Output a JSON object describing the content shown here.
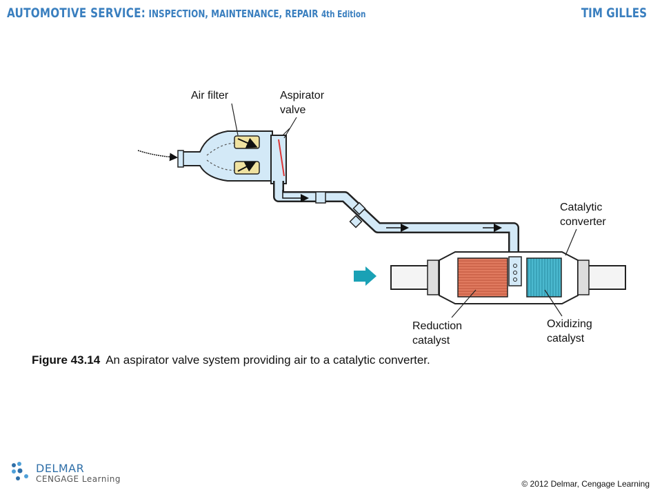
{
  "header": {
    "title_main": "AUTOMOTIVE SERVICE:",
    "title_sub": "INSPECTION, MAINTENANCE, REPAIR",
    "edition": "4th Edition",
    "author": "TIM GILLES"
  },
  "diagram": {
    "labels": {
      "air_filter": "Air filter",
      "aspirator_valve_1": "Aspirator",
      "aspirator_valve_2": "valve",
      "catalytic_converter_1": "Catalytic",
      "catalytic_converter_2": "converter",
      "reduction_catalyst_1": "Reduction",
      "reduction_catalyst_2": "catalyst",
      "oxidizing_catalyst_1": "Oxidizing",
      "oxidizing_catalyst_2": "catalyst"
    },
    "colors": {
      "pipe_fill": "#d3e9f7",
      "outline": "#222222",
      "reduction": "#e07a5f",
      "oxidizing": "#4bb9cf",
      "flow_arrow": "#1aa1b5",
      "valve": "#f0e2a0"
    }
  },
  "caption": {
    "figure": "Figure 43.14",
    "text": "An aspirator valve system providing air to a catalytic converter."
  },
  "footer": {
    "brand_top": "DELMAR",
    "brand_bottom": "CENGAGE Learning",
    "copyright": "© 2012 Delmar, Cengage Learning"
  }
}
